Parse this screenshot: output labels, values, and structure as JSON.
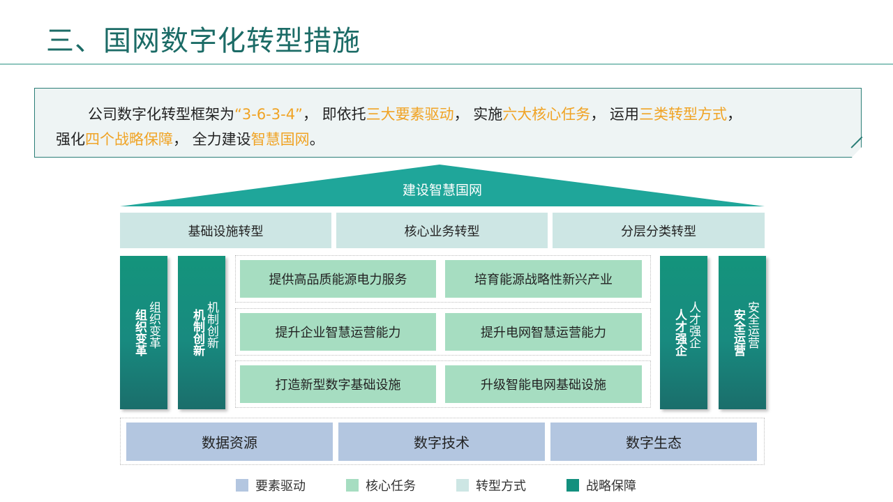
{
  "title": "三、国网数字化转型措施",
  "intro": {
    "segments": [
      {
        "text": "公司数字化转型框架为",
        "hl": false
      },
      {
        "text": "“3-6-3-4”",
        "hl": true
      },
      {
        "text": "， 即依托",
        "hl": false
      },
      {
        "text": "三大要素驱动",
        "hl": true
      },
      {
        "text": "， 实施",
        "hl": false
      },
      {
        "text": "六大核心任务",
        "hl": true
      },
      {
        "text": "， 运用",
        "hl": false
      },
      {
        "text": "三类转型方式",
        "hl": true
      },
      {
        "text": "，",
        "hl": false
      },
      {
        "text": "强化",
        "hl": false,
        "br": true
      },
      {
        "text": "四个战略保障",
        "hl": true
      },
      {
        "text": "， 全力建设",
        "hl": false
      },
      {
        "text": "智慧国网",
        "hl": true
      },
      {
        "text": "。",
        "hl": false
      }
    ]
  },
  "roof": {
    "label": "建设智慧国网"
  },
  "modes": [
    "基础设施转型",
    "核心业务转型",
    "分层分类转型"
  ],
  "pillars": [
    {
      "title": "组织变革",
      "sub": "组织变革"
    },
    {
      "title": "机制创新",
      "sub": "机制创新"
    },
    {
      "title": "人才强企",
      "sub": "人才强企"
    },
    {
      "title": "安全运营",
      "sub": "安全运营"
    }
  ],
  "tasks": [
    [
      "提供高品质能源电力服务",
      "培育能源战略性新兴产业"
    ],
    [
      "提升企业智慧运营能力",
      "提升电网智慧运营能力"
    ],
    [
      "打造新型数字基础设施",
      "升级智能电网基础设施"
    ]
  ],
  "elements": [
    "数据资源",
    "数字技术",
    "数字生态"
  ],
  "legend": [
    {
      "label": "要素驱动",
      "color": "#b3c6e0"
    },
    {
      "label": "核心任务",
      "color": "#a6ddc1"
    },
    {
      "label": "转型方式",
      "color": "#cde6e4"
    },
    {
      "label": "战略保障",
      "color": "#13907e"
    }
  ],
  "colors": {
    "accent": "#1b6b66",
    "highlight": "#f0a324",
    "roof": "#1fa69a"
  }
}
